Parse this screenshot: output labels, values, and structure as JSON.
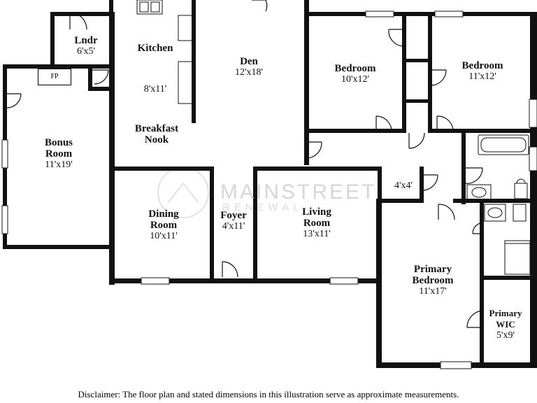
{
  "rooms": {
    "laundry": {
      "name": "Lndr",
      "dim": "6'x5'"
    },
    "kitchen": {
      "name": "Kitchen",
      "dim": "8'x11'"
    },
    "den": {
      "name": "Den",
      "dim": "12'x18'"
    },
    "bedroom1": {
      "name": "Bedroom",
      "dim": "10'x12'"
    },
    "bedroom2": {
      "name": "Bedroom",
      "dim": "11'x12'"
    },
    "breakfast": {
      "line1": "Breakfast",
      "line2": "Nook"
    },
    "bonus": {
      "line1": "Bonus",
      "line2": "Room",
      "dim": "11'x19'"
    },
    "closet": {
      "dim": "4'x4'"
    },
    "dining": {
      "line1": "Dining",
      "line2": "Room",
      "dim": "10'x11'"
    },
    "foyer": {
      "name": "Foyer",
      "dim": "4'x11'"
    },
    "living": {
      "line1": "Living",
      "line2": "Room",
      "dim": "13'x11'"
    },
    "primary_bedroom": {
      "line1": "Primary",
      "line2": "Bedroom",
      "dim": "11'x17'"
    },
    "primary_wic": {
      "line1": "Primary",
      "line2": "WIC",
      "dim": "5'x9'"
    }
  },
  "fireplace": "FP",
  "watermark": {
    "line1": "MAINSTREET",
    "line2": "RENEWAL"
  },
  "disclaimer": "Disclaimer: The floor plan and stated dimensions in this illustration serve as approximate measurements."
}
